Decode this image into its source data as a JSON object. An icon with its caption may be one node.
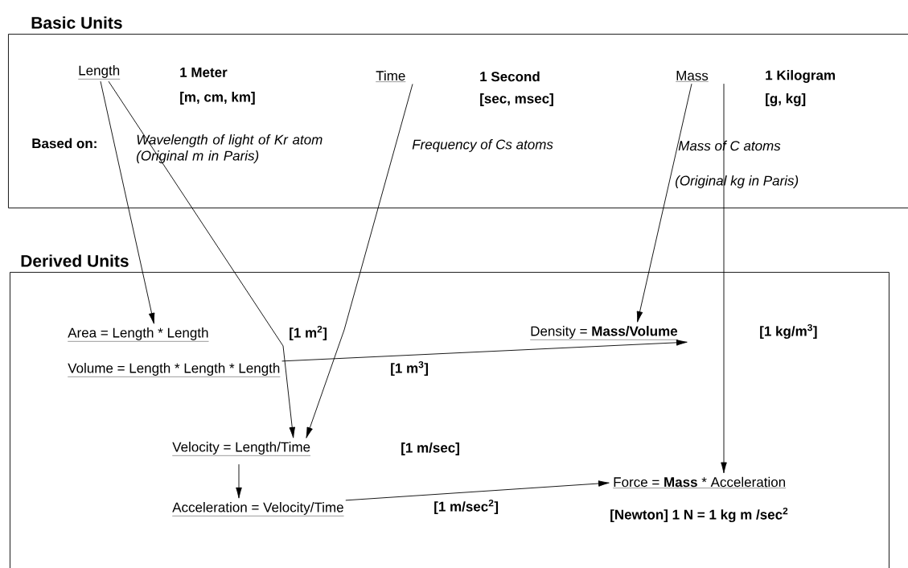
{
  "diagram": {
    "nodes": [
      {
        "text": [
          "Basic Units"
        ]
      },
      {
        "text": [
          "Length"
        ],
        "in": 0
      },
      {
        "text": [
          "Time"
        ],
        "in": 0
      },
      {
        "text": [
          "Mass"
        ],
        "in": 0
      },
      {
        "text": [
          "Derived Units"
        ]
      },
      {
        "text": [
          "Area = Length * Length"
        ],
        "in": 4
      },
      {
        "text": [
          "Volume = Length * Length * Length"
        ],
        "in": 4
      },
      {
        "text": [
          "Density = **Mass/Volume**"
        ],
        "in": 4
      },
      {
        "text": [
          "Velocity = Length/Time"
        ],
        "in": 4
      },
      {
        "text": [
          "Acceleration = Velocity/Time"
        ],
        "in": 4
      },
      {
        "text": [
          "Force = **Mass** * Acceleration"
        ],
        "in": 4
      }
    ],
    "edges": [
      {
        "from": 1,
        "to": 5,
        "arrow": "to"
      },
      {
        "from": 1,
        "to": 8,
        "arrow": "to"
      },
      {
        "from": 2,
        "to": 8,
        "arrow": "to"
      },
      {
        "from": 3,
        "to": 7,
        "arrow": "to"
      },
      {
        "from": 3,
        "to": 10,
        "arrow": "to"
      },
      {
        "from": 6,
        "to": 7,
        "arrow": "to"
      },
      {
        "from": 8,
        "to": 9,
        "arrow": "to"
      },
      {
        "from": 9,
        "to": 10,
        "arrow": "to"
      }
    ],
    "labels": [
      "1 Meter",
      "[m, cm, km]",
      "1 Second",
      "[sec, msec]",
      "1 Kilogram",
      "[g, kg]",
      "Based on:",
      "Wavelength of light of Kr atom (Original m in Paris)",
      "Frequency of Cs atoms",
      "Mass of C atoms",
      "(Original kg in Paris)",
      "[1 m$^{2}$]",
      "[1 kg/m$^{3}$]",
      "[1 m$^{3}$]",
      "[1 m/sec]",
      "[1 m/sec$^{2}$]",
      "[Newton] 1 N = 1 kg m /sec$^{2}$"
    ]
  }
}
